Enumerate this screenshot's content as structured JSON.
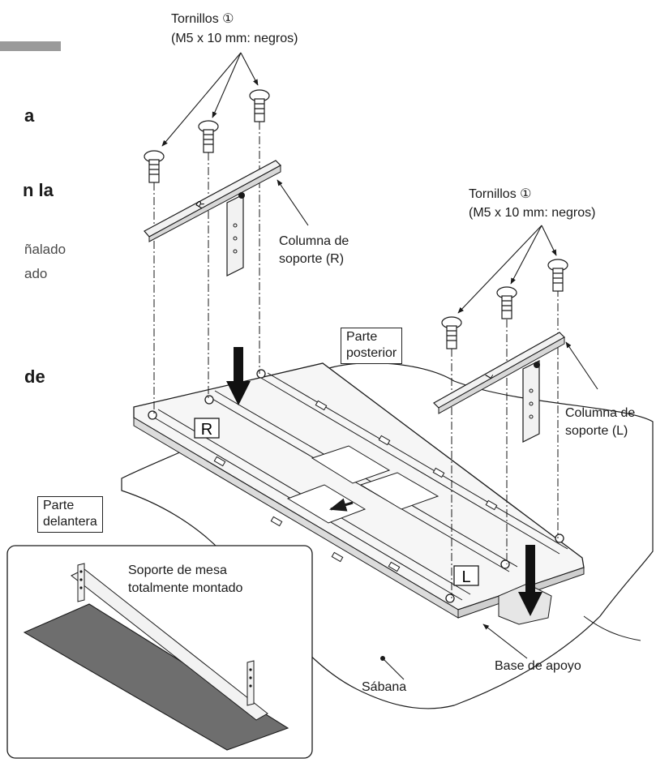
{
  "left_column": {
    "fragment_1": "a",
    "fragment_2": "n la",
    "fragment_3": "ñalado",
    "fragment_4": "ado",
    "fragment_5": "de"
  },
  "labels": {
    "screws_r_title": "Tornillos ①",
    "screws_r_spec": "(M5 x 10 mm: negros)",
    "screws_l_title": "Tornillos ①",
    "screws_l_spec": "(M5 x 10 mm: negros)",
    "column_r_line1": "Columna de",
    "column_r_line2": "soporte (R)",
    "column_l_line1": "Columna de",
    "column_l_line2": "soporte (L)",
    "rear_line1": "Parte",
    "rear_line2": "posterior",
    "front_line1": "Parte",
    "front_line2": "delantera",
    "assembled_line1": "Soporte de mesa",
    "assembled_line2": "totalmente montado",
    "sheet": "Sábana",
    "base": "Base de apoyo",
    "mark_r": "R",
    "mark_l": "L"
  },
  "colors": {
    "line": "#1a1a1a",
    "part_fill": "#f2f2f2",
    "arrow": "#111111",
    "header_bar": "#9a9a9a"
  }
}
